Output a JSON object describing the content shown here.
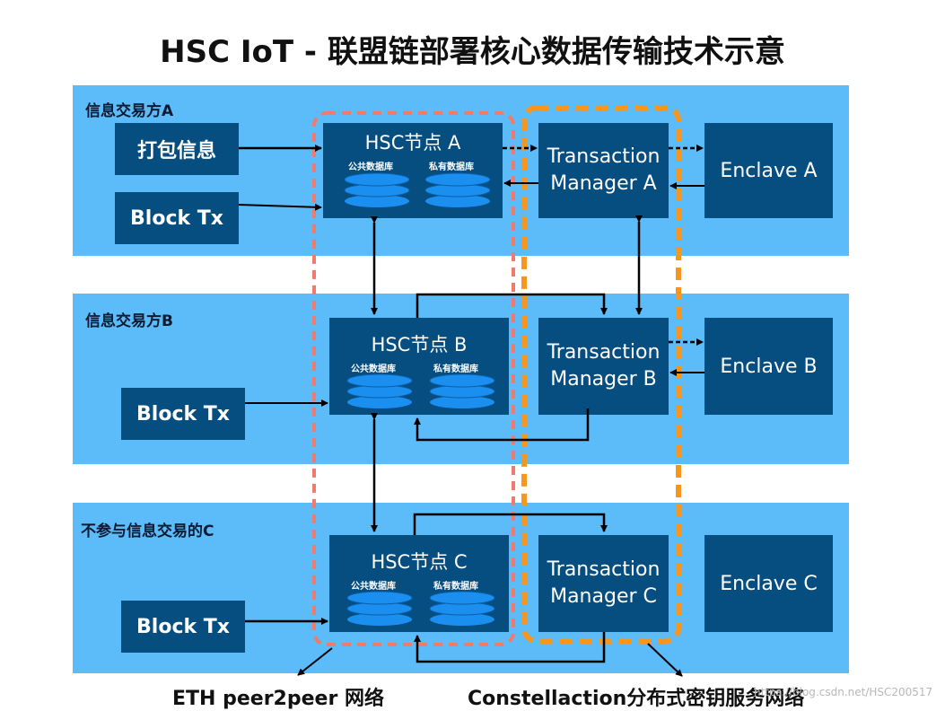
{
  "title": "HSC IoT - 联盟链部署核心数据传输技术示意",
  "bands": {
    "a": "信息交易方A",
    "b": "信息交易方B",
    "c": "不参与信息交易的C"
  },
  "boxes": {
    "pack": "打包信息",
    "blocktx_a": "Block Tx",
    "blocktx_b": "Block Tx",
    "blocktx_c": "Block Tx"
  },
  "nodes": {
    "a": {
      "title": "HSC节点 A",
      "public_db": "公共数据库",
      "private_db": "私有数据库"
    },
    "b": {
      "title": "HSC节点 B",
      "public_db": "公共数据库",
      "private_db": "私有数据库"
    },
    "c": {
      "title": "HSC节点 C",
      "public_db": "公共数据库",
      "private_db": "私有数据库"
    }
  },
  "tm": {
    "a": {
      "line1": "Transaction",
      "line2": "Manager A"
    },
    "b": {
      "line1": "Transaction",
      "line2": "Manager B"
    },
    "c": {
      "line1": "Transaction",
      "line2": "Manager C"
    }
  },
  "enclaves": {
    "a": "Enclave A",
    "b": "Enclave B",
    "c": "Enclave C"
  },
  "networks": {
    "eth": "ETH peer2peer 网络",
    "constellation": "Constellaction分布式密钥服务网络"
  },
  "watermark": "https://blog.csdn.net/HSC200517",
  "colors": {
    "band": "#5bbcf9",
    "box": "#064d80",
    "db": "#1a8ff0",
    "eth_outline": "#f07a6b",
    "constellation_outline": "#f7951d"
  }
}
